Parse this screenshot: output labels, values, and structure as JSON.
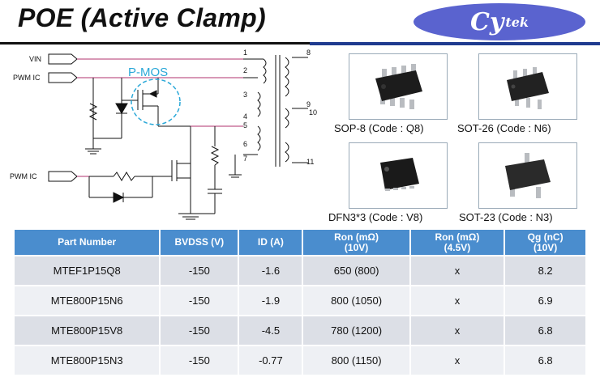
{
  "title": "POE (Active Clamp)",
  "logo": {
    "main": "Cy",
    "tail": "tek"
  },
  "circuit": {
    "labels": {
      "vin": "VIN",
      "pwm_top": "PWM IC",
      "pwm_bottom": "PWM IC",
      "pmos": "P-MOS"
    },
    "pins": [
      "1",
      "2",
      "3",
      "4",
      "5",
      "6",
      "7",
      "8",
      "9",
      "10",
      "11"
    ]
  },
  "packages": [
    {
      "caption": "SOP-8 (Code : Q8)",
      "icon": "sop8-package"
    },
    {
      "caption": "SOT-26 (Code : N6)",
      "icon": "sot26-package"
    },
    {
      "caption": "DFN3*3 (Code : V8)",
      "icon": "dfn-package"
    },
    {
      "caption": "SOT-23 (Code : N3)",
      "icon": "sot23-package"
    }
  ],
  "table": {
    "headers": [
      "Part Number",
      "BVDSS (V)",
      "ID (A)",
      "Ron (mΩ)\n(10V)",
      "Ron (mΩ)\n(4.5V)",
      "Qg (nC)\n(10V)"
    ],
    "rows": [
      [
        "MTEF1P15Q8",
        "-150",
        "-1.6",
        "650 (800)",
        "x",
        "8.2"
      ],
      [
        "MTE800P15N6",
        "-150",
        "-1.9",
        "800 (1050)",
        "x",
        "6.9"
      ],
      [
        "MTE800P15V8",
        "-150",
        "-4.5",
        "780 (1200)",
        "x",
        "6.8"
      ],
      [
        "MTE800P15N3",
        "-150",
        "-0.77",
        "800 (1150)",
        "x",
        "6.8"
      ]
    ]
  },
  "colors": {
    "accent": "#4a8dce",
    "title_rule": "#1f3b8f",
    "logo": "#5a63cf",
    "pmos_label": "#2aa8d8"
  }
}
